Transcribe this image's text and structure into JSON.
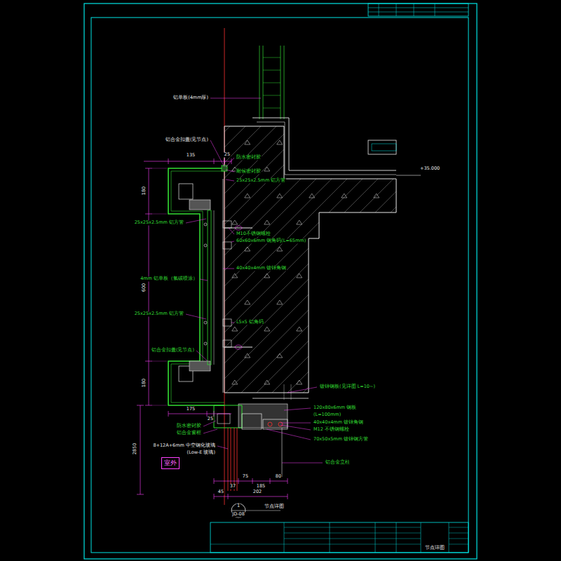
{
  "diagram": {
    "nodes": [
      {
        "text": [
          "室外"
        ]
      }
    ],
    "labels": [
      "铝单板(4mm厚)",
      "铝合金扣盖(见节点)",
      "135",
      "25",
      "防水密封胶",
      "耐候密封胶",
      "25x25x2.5mm 铝方管",
      "+35.000",
      "25x25x2.5mm 铝方管",
      "M10不锈钢螺栓",
      "60x60x6mm 钢角码(L=65mm)",
      "40x40x4mm 镀锌角钢",
      "4mm 铝单板（氟碳喷涂）",
      "25x25x2.5mm 铝方管",
      "L5x5 铝角码",
      "铝合金扣盖(见节点)",
      "镀锌钢板(见详图 L=10~)",
      "120x80x6mm 钢板",
      "(L=100mm)",
      "40x40x4mm 镀锌角钢",
      "M12 不锈钢螺栓",
      "70x50x5mm 镀锌钢方管",
      "铝合金立柱",
      "175",
      "25",
      "防水密封胶",
      "铝合金窗框",
      "8+12A+6mm 中空钢化玻璃",
      "(Low-E 玻璃)",
      "75",
      "185",
      "80",
      "37",
      "45",
      "202",
      "180",
      "600",
      "180",
      "2850",
      "1",
      "JD-08",
      "节点详图",
      "节点详图"
    ]
  }
}
